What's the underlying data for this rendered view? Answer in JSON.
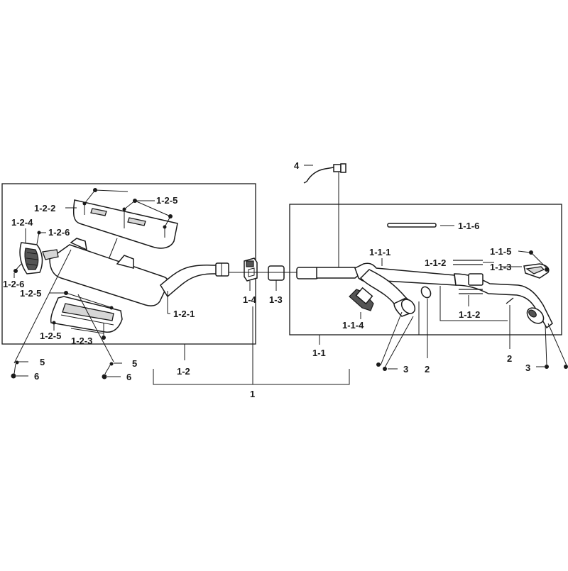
{
  "labels": {
    "l_4": "4",
    "l_1_2_5_top": "1-2-5",
    "l_1_2_2": "1-2-2",
    "l_1_2_4": "1-2-4",
    "l_1_2_6_a": "1-2-6",
    "l_1_2_6_b": "1-2-6",
    "l_1_2_5_mid": "1-2-5",
    "l_1_2_5_low": "1-2-5",
    "l_1_2_3": "1-2-3",
    "l_1_2_1": "1-2-1",
    "l_5_left": "5",
    "l_6_left": "6",
    "l_5_mid": "5",
    "l_6_mid": "6",
    "l_1_2": "1-2",
    "l_1_4": "1-4",
    "l_1_3": "1-3",
    "l_1": "1",
    "l_1_1_6": "1-1-6",
    "l_1_1_1": "1-1-1",
    "l_1_1_2_top": "1-1-2",
    "l_1_1_5": "1-1-5",
    "l_1_1_3": "1-1-3",
    "l_1_1_2_bot": "1-1-2",
    "l_1_1_4": "1-1-4",
    "l_1_1": "1-1",
    "l_3_mid": "3",
    "l_2_mid": "2",
    "l_2_right": "2",
    "l_3_right": "3"
  }
}
